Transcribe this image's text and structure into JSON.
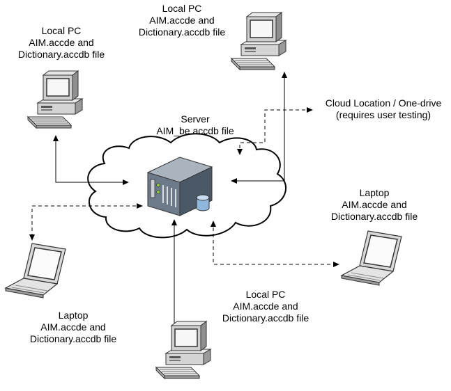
{
  "server": {
    "line1": "Server",
    "line2": "AIM_be.accdb file"
  },
  "cloud_location": {
    "line1": "Cloud Location / One-drive",
    "line2": "(requires user testing)"
  },
  "pc_top_left": {
    "line1": "Local PC",
    "line2": "AIM.accde and",
    "line3": "Dictionary.accdb file"
  },
  "pc_top_right": {
    "line1": "Local PC",
    "line2": "AIM.accde and",
    "line3": "Dictionary.accdb file"
  },
  "laptop_right": {
    "line1": "Laptop",
    "line2": "AIM.accde and",
    "line3": "Dictionary.accdb file"
  },
  "laptop_left": {
    "line1": "Laptop",
    "line2": "AIM.accde and",
    "line3": "Dictionary.accdb file"
  },
  "pc_bottom": {
    "line1": "Local PC",
    "line2": "AIM.accde and",
    "line3": "Dictionary.accdb file"
  }
}
